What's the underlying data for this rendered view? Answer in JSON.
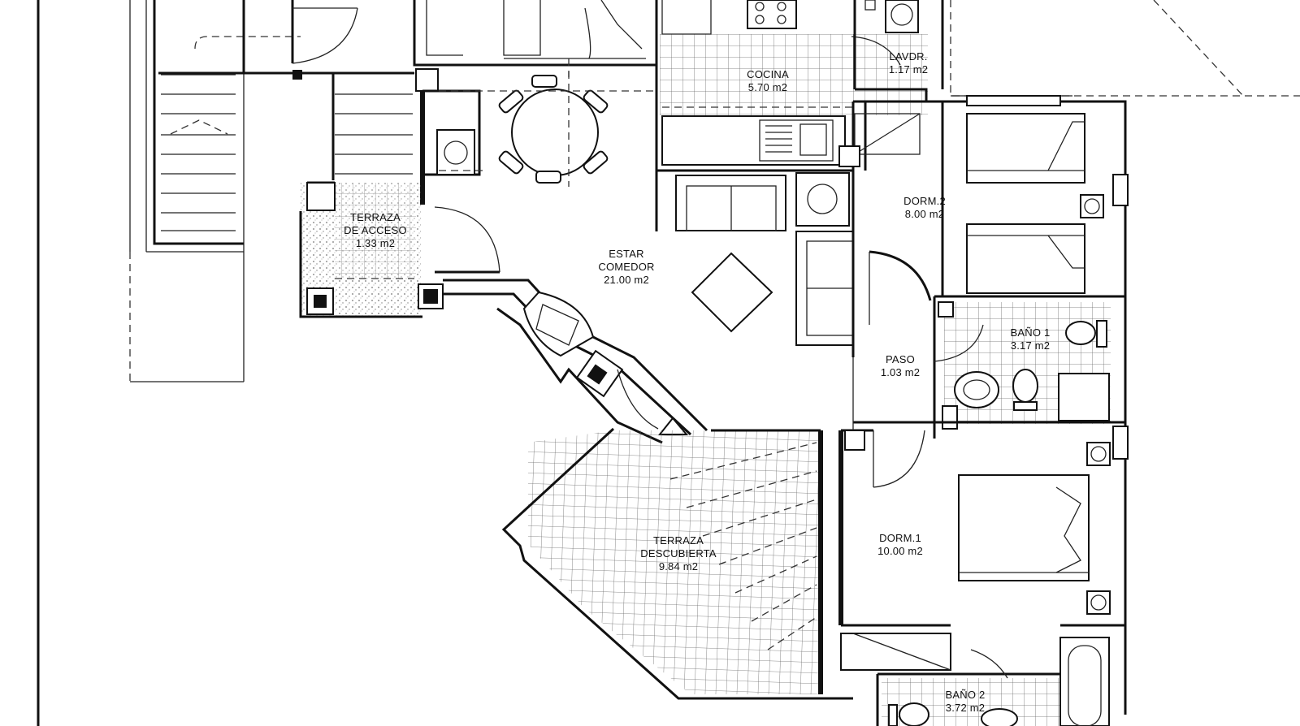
{
  "plan": {
    "rooms": {
      "cocina": {
        "name": "COCINA",
        "area": "5.70  m2"
      },
      "lavadero": {
        "name": "LAVDR.",
        "area": "1.17  m2"
      },
      "terraza_acceso": {
        "name1": "TERRAZA",
        "name2": "DE ACCESO",
        "area": "1.33  m2"
      },
      "estar": {
        "name1": "ESTAR",
        "name2": "COMEDOR",
        "area": "21.00  m2"
      },
      "dorm2": {
        "name": "DORM.2",
        "area": "8.00  m2"
      },
      "bano1": {
        "name": "BAÑO  1",
        "area": "3.17  m2"
      },
      "paso": {
        "name": "PASO",
        "area": "1.03  m2"
      },
      "dorm1": {
        "name": "DORM.1",
        "area": "10.00  m2"
      },
      "terraza_desc": {
        "name1": "TERRAZA",
        "name2": "DESCUBIERTA",
        "area": "9.84  m2"
      },
      "bano2": {
        "name": "BAÑO  2",
        "area": "3.72  m2"
      }
    }
  }
}
